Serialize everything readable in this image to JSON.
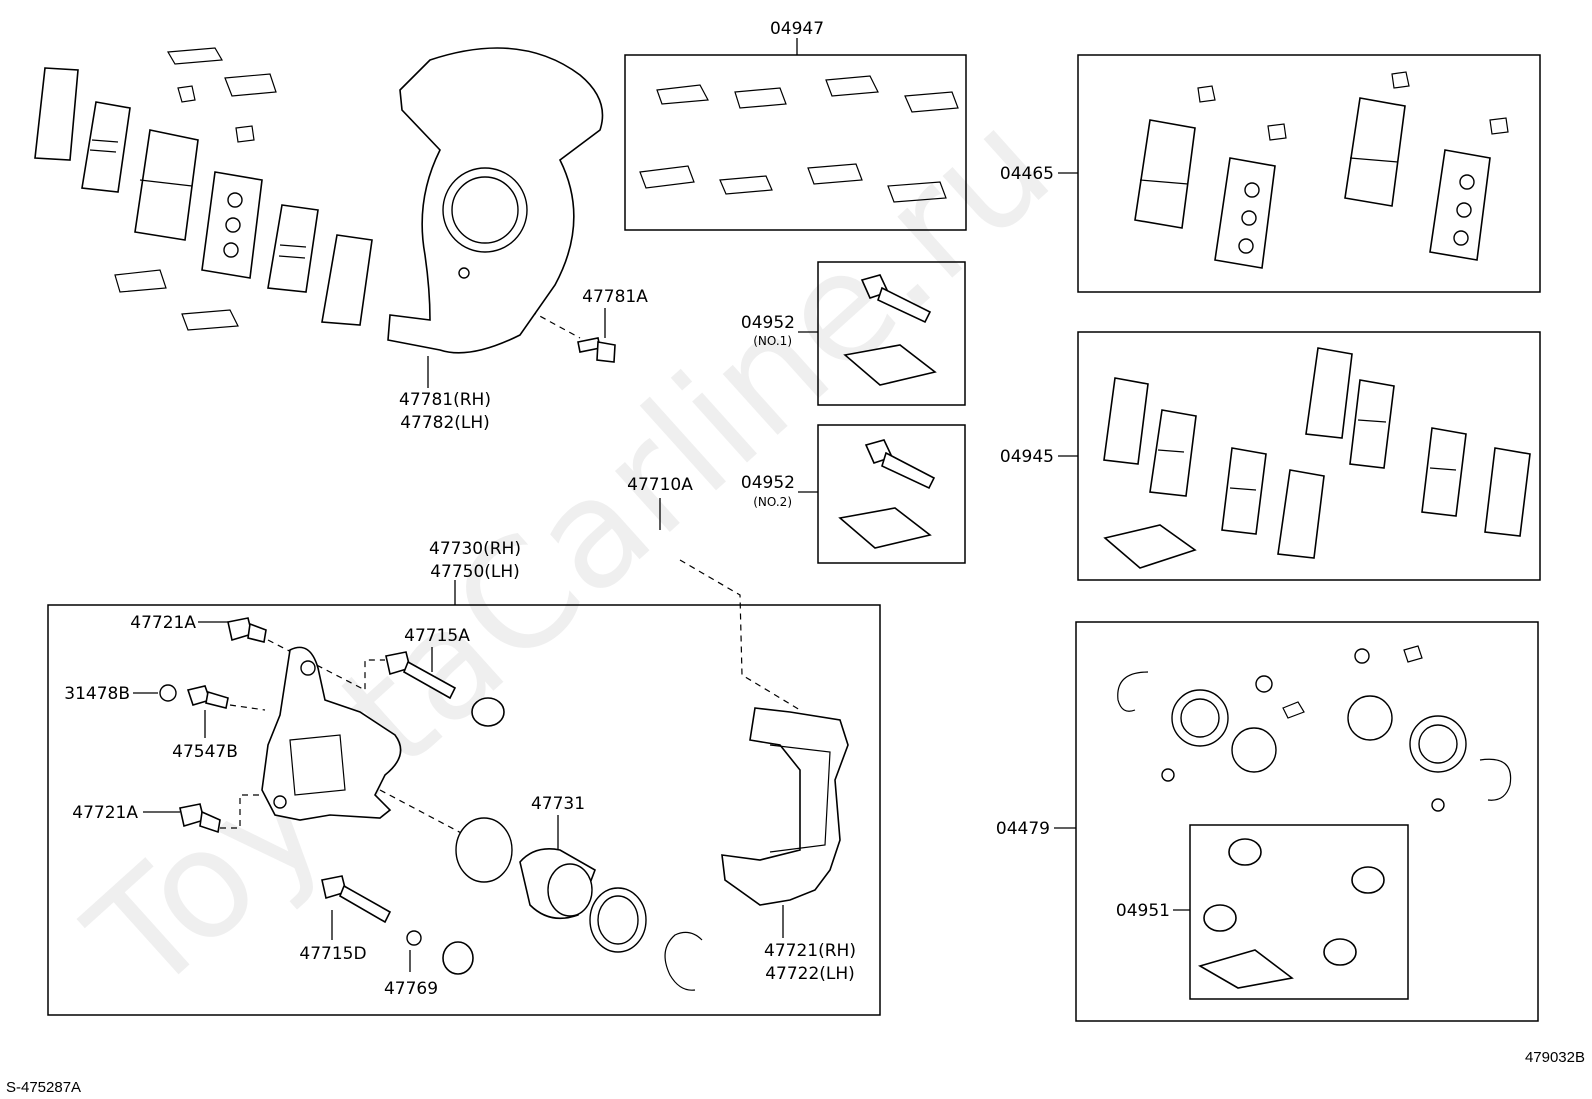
{
  "diagram": {
    "watermark": "ToyotaCarline.ru",
    "ref_bottom_left": "S-475287A",
    "ref_bottom_right": "479032B",
    "labels": {
      "p04947": "04947",
      "p04465": "04465",
      "p04945": "04945",
      "p04479": "04479",
      "p04951": "04951",
      "p04952_no1": "04952",
      "p04952_no1_sub": "(NO.1)",
      "p04952_no2": "04952",
      "p04952_no2_sub": "(NO.2)",
      "p47781a": "47781A",
      "p47781_rh": "47781(RH)",
      "p47782_lh": "47782(LH)",
      "p47710a": "47710A",
      "p47730_rh": "47730(RH)",
      "p47750_lh": "47750(LH)",
      "p47721a_top": "47721A",
      "p47715a": "47715A",
      "p31478b": "31478B",
      "p47547b": "47547B",
      "p47721a_bottom": "47721A",
      "p47731": "47731",
      "p47715d": "47715D",
      "p47769": "47769",
      "p47721_rh": "47721(RH)",
      "p47722_lh": "47722(LH)"
    }
  }
}
